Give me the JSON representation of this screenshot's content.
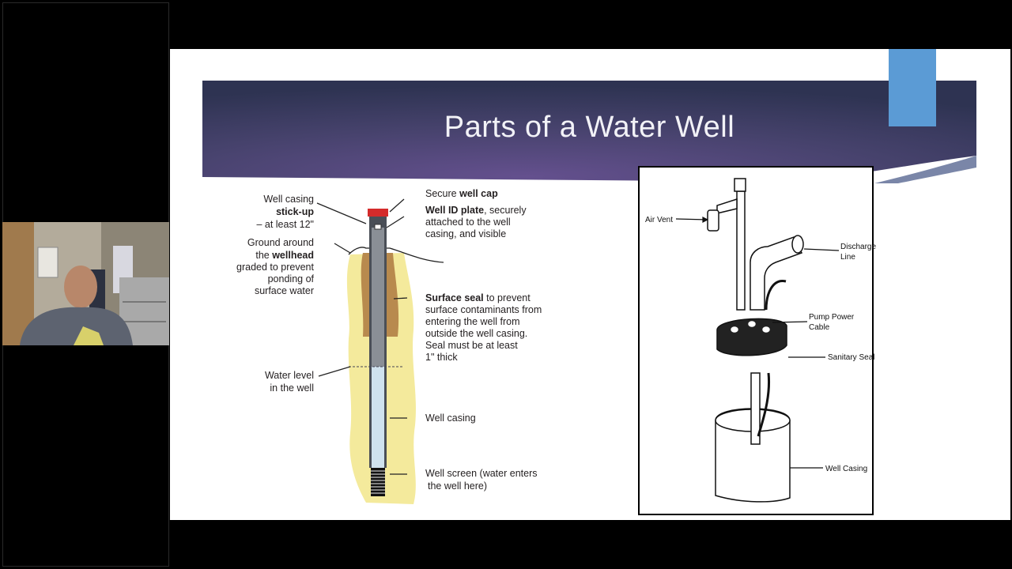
{
  "slide": {
    "title": "Parts of a Water Well",
    "accent_color": "#5b9bd5",
    "banner_color": "#3f3d66"
  },
  "left_diagram": {
    "labels": {
      "stickup_1": "Well casing",
      "stickup_2": "stick-up",
      "stickup_3": "– at least 12\"",
      "ground_1": "Ground around",
      "ground_2a": "the ",
      "ground_2b": "wellhead",
      "ground_3": "graded to prevent",
      "ground_4": "ponding of",
      "ground_5": "surface water",
      "cap_a": "Secure ",
      "cap_b": "well cap",
      "plate_a": "Well ID plate",
      "plate_b": ", securely",
      "plate_2": "attached to the well",
      "plate_3": "casing, and visible",
      "seal_a": "Surface seal",
      "seal_b": " to prevent",
      "seal_2": "surface contaminants from",
      "seal_3": "entering the well from",
      "seal_4": "outside the well casing.",
      "seal_5": "Seal must be at least",
      "seal_6": "1\" thick",
      "water_1": "Water level",
      "water_2": "in the well",
      "casing": "Well casing",
      "screen_1": "Well screen (water enters",
      "screen_2": "the well here)"
    }
  },
  "right_diagram": {
    "labels": {
      "air_vent": "Air Vent",
      "discharge_1": "Discharge",
      "discharge_2": "Line",
      "pump_1": "Pump Power",
      "pump_2": "Cable",
      "sanitary": "Sanitary Seal",
      "casing": "Well Casing"
    }
  }
}
